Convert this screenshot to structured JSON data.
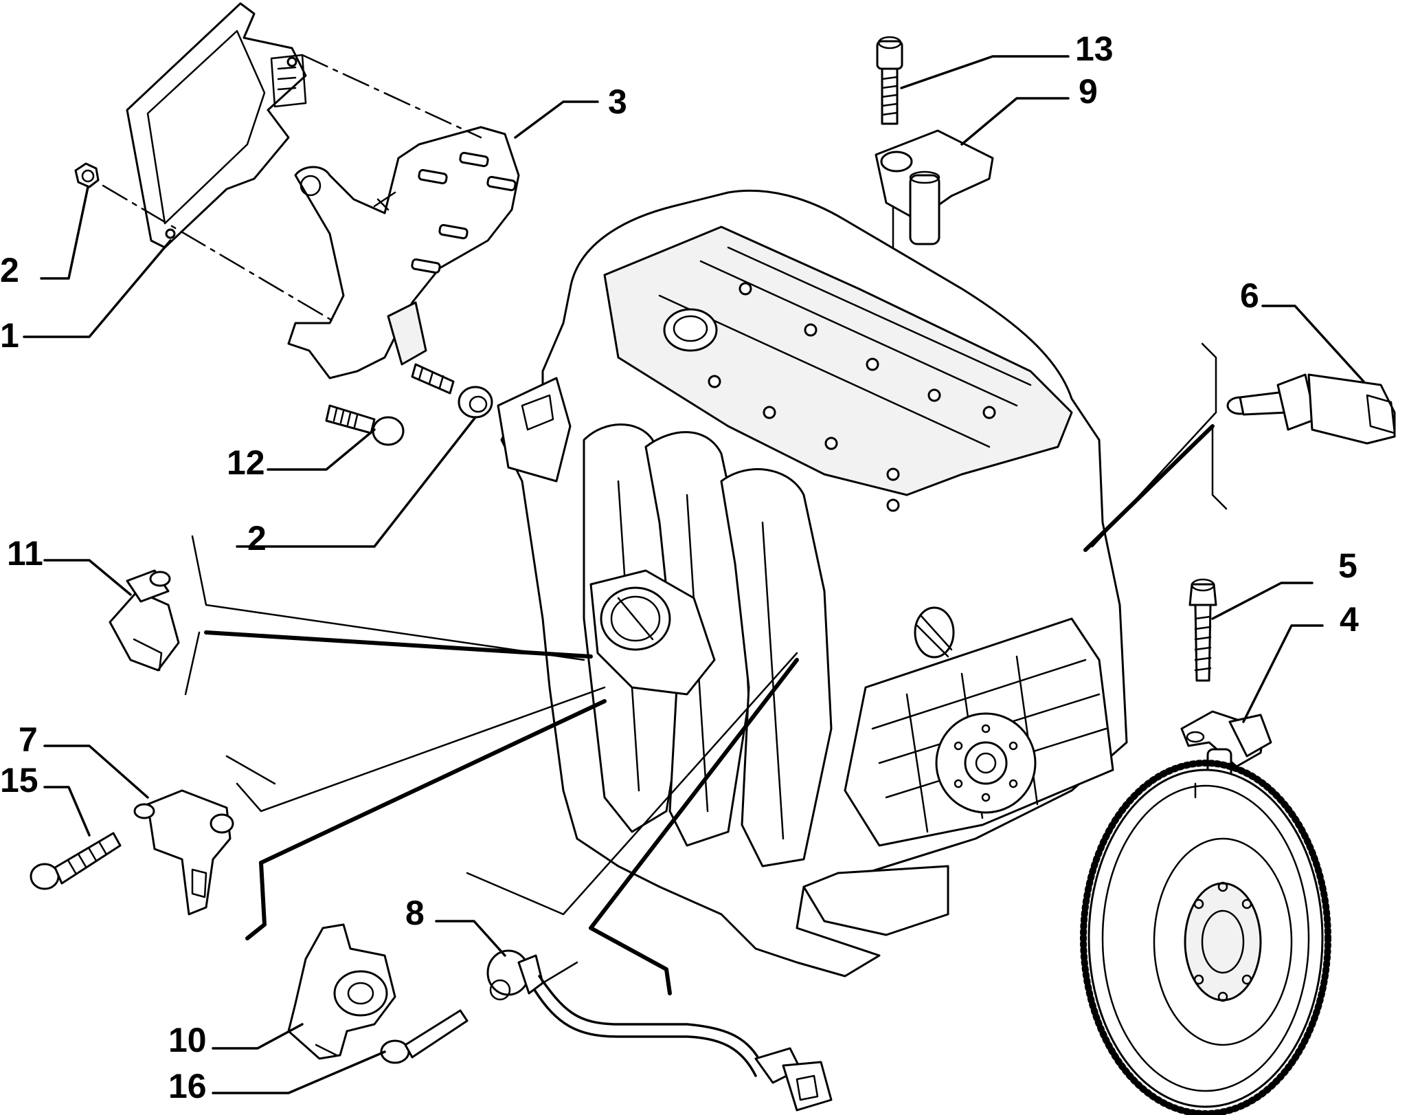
{
  "callouts": [
    {
      "id": "1",
      "label": "1"
    },
    {
      "id": "2a",
      "label": "2"
    },
    {
      "id": "2b",
      "label": "2"
    },
    {
      "id": "3",
      "label": "3"
    },
    {
      "id": "4",
      "label": "4"
    },
    {
      "id": "5",
      "label": "5"
    },
    {
      "id": "6",
      "label": "6"
    },
    {
      "id": "7",
      "label": "7"
    },
    {
      "id": "8",
      "label": "8"
    },
    {
      "id": "9",
      "label": "9"
    },
    {
      "id": "10",
      "label": "10"
    },
    {
      "id": "11",
      "label": "11"
    },
    {
      "id": "12",
      "label": "12"
    },
    {
      "id": "13",
      "label": "13"
    },
    {
      "id": "15",
      "label": "15"
    },
    {
      "id": "16",
      "label": "16"
    }
  ]
}
